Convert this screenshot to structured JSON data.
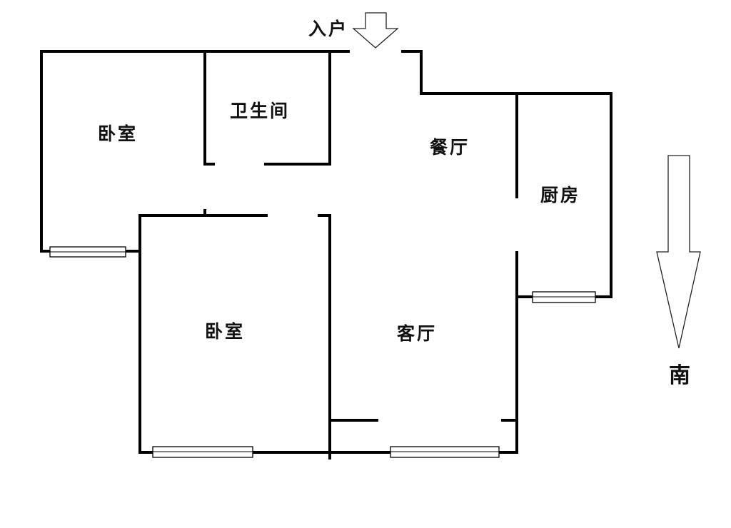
{
  "plan": {
    "entrance_label": "入户",
    "compass_label": "南",
    "rooms": {
      "bedroom_north": "卧室",
      "bathroom": "卫生间",
      "dining": "餐厅",
      "kitchen": "厨房",
      "bedroom_south": "卧室",
      "living": "客厅"
    }
  }
}
